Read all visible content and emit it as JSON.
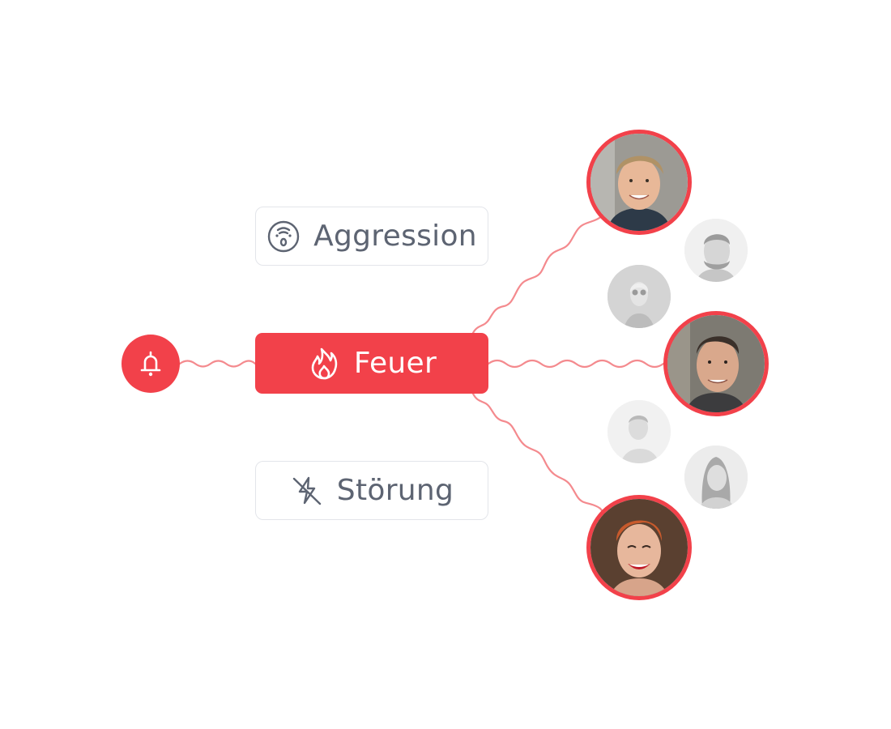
{
  "colors": {
    "accent": "#F2414A",
    "wire": "#F48A8E",
    "chip_text": "#5D6472",
    "chip_border": "#E3E5EA",
    "dim_avatar_bg": "#E9E9E9"
  },
  "trigger": {
    "icon": "bell-icon"
  },
  "categories": [
    {
      "label": "Aggression",
      "icon": "shouting-face-icon",
      "active": false
    },
    {
      "label": "Feuer",
      "icon": "flame-icon",
      "active": true
    },
    {
      "label": "Störung",
      "icon": "lightning-off-icon",
      "active": false
    }
  ],
  "recipients": {
    "selected": [
      {
        "id": "person-1",
        "description": "young man with blond hair, smiling"
      },
      {
        "id": "person-2",
        "description": "man with dark hair, smiling"
      },
      {
        "id": "person-3",
        "description": "woman with red hair, laughing"
      }
    ],
    "unselected": [
      {
        "id": "person-4",
        "description": "bearded man (greyed out)"
      },
      {
        "id": "person-5",
        "description": "woman with sunglasses (greyed out)"
      },
      {
        "id": "person-6",
        "description": "bald man (greyed out)"
      },
      {
        "id": "person-7",
        "description": "woman with dark hair (greyed out)"
      }
    ]
  }
}
